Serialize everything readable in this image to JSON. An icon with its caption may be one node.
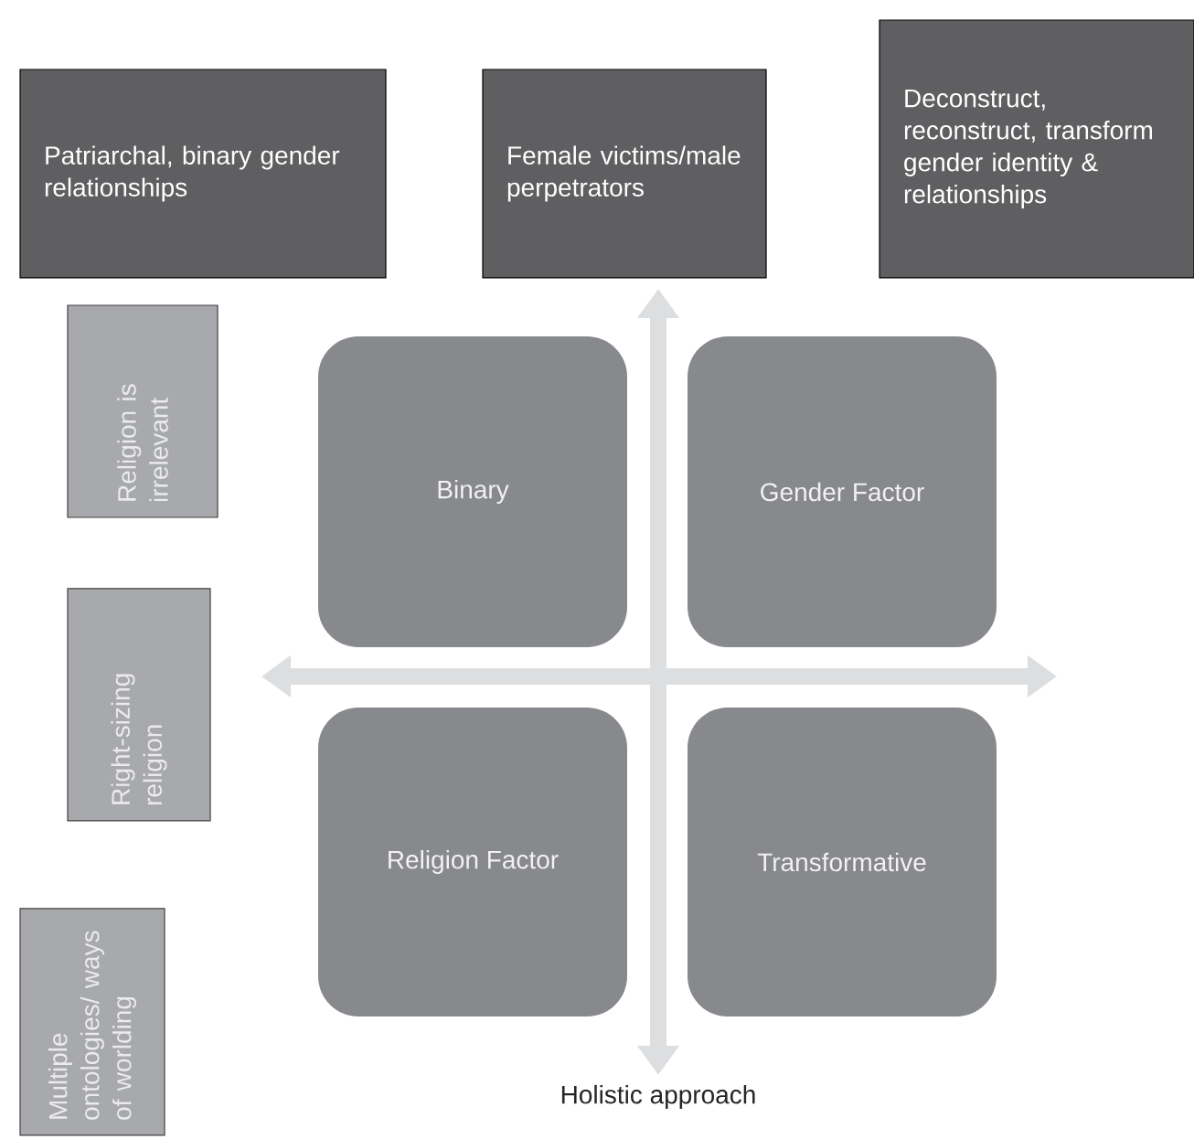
{
  "diagram": {
    "nodes": [
      {
        "text": [
          "Patriarchal, binary gender relationships"
        ]
      },
      {
        "text": [
          "Female victims/male perpetrators"
        ]
      },
      {
        "text": [
          "Deconstruct, reconstruct, transform gender identity & relationships"
        ]
      },
      {
        "text": [
          "Religion is irrelevant"
        ]
      },
      {
        "text": [
          "Right-sizing religion"
        ]
      },
      {
        "text": [
          "Multiple ontologies/ ways of worlding"
        ]
      },
      {
        "text": [
          "Binary"
        ]
      },
      {
        "text": [
          "Gender Factor"
        ]
      },
      {
        "text": [
          "Religion Factor"
        ]
      },
      {
        "text": [
          "Transformative"
        ]
      }
    ],
    "labels": [
      "Holistic approach"
    ]
  }
}
